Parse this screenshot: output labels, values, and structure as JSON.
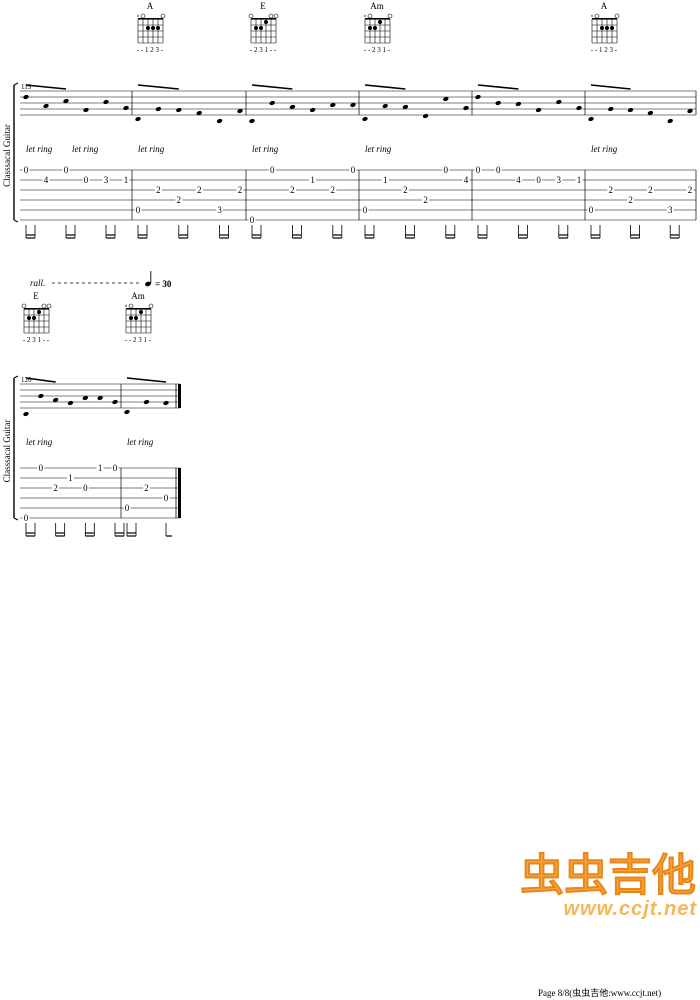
{
  "instrument": "Classsacal Guitar",
  "let_ring": "let ring",
  "rall": "rall.",
  "tempo": "= 30",
  "chords": [
    {
      "name": "A",
      "fingering": "- - 1 2 3 -"
    },
    {
      "name": "E",
      "fingering": "- 2 3 1 - -"
    },
    {
      "name": "Am",
      "fingering": "- - 2 3 1 -"
    },
    {
      "name": "A",
      "fingering": "- - 1 2 3 -"
    },
    {
      "name": "E",
      "fingering": "- 2 3 1 - -"
    },
    {
      "name": "Am",
      "fingering": "- - 2 3 1 -"
    }
  ],
  "systems": [
    {
      "measure_start": "119"
    },
    {
      "measure_start": "126"
    }
  ],
  "tab_measures": [
    {
      "notes": [
        [
          "1",
          "0"
        ],
        [
          "2",
          "4"
        ],
        [
          "1",
          "0"
        ],
        [
          "2",
          "0"
        ],
        [
          "2",
          "3"
        ],
        [
          "2",
          "1"
        ]
      ]
    },
    {
      "notes": [
        [
          "5",
          "0"
        ],
        [
          "3",
          "2"
        ],
        [
          "4",
          "2"
        ],
        [
          "3",
          "2"
        ],
        [
          "5",
          "3"
        ],
        [
          "3",
          "2"
        ]
      ]
    },
    {
      "notes": [
        [
          "6",
          "0"
        ],
        [
          "1",
          "0"
        ],
        [
          "3",
          "2"
        ],
        [
          "2",
          "1"
        ],
        [
          "3",
          "2"
        ],
        [
          "1",
          "0"
        ]
      ]
    },
    {
      "notes": [
        [
          "5",
          "0"
        ],
        [
          "2",
          "1"
        ],
        [
          "3",
          "2"
        ],
        [
          "4",
          "2"
        ],
        [
          "1",
          "0"
        ],
        [
          "2",
          "4"
        ]
      ]
    },
    {
      "notes": [
        [
          "1",
          "0"
        ],
        [
          "1",
          "0"
        ],
        [
          "2",
          "4"
        ],
        [
          "2",
          "0"
        ],
        [
          "2",
          "3"
        ],
        [
          "2",
          "1"
        ]
      ]
    },
    {
      "notes": [
        [
          "5",
          "0"
        ],
        [
          "3",
          "2"
        ],
        [
          "4",
          "2"
        ],
        [
          "3",
          "2"
        ],
        [
          "5",
          "3"
        ],
        [
          "3",
          "2"
        ]
      ]
    },
    {
      "notes": [
        [
          "6",
          "0"
        ],
        [
          "1",
          "0"
        ],
        [
          "3",
          "2"
        ],
        [
          "2",
          "1"
        ],
        [
          "3",
          "0"
        ],
        [
          "1",
          "1"
        ],
        [
          "1",
          "0"
        ]
      ]
    },
    {
      "notes": [
        [
          "5",
          "0"
        ],
        [
          "3",
          "2"
        ],
        [
          "4",
          "0"
        ]
      ]
    }
  ],
  "footer": "Page 8/8(虫虫吉他:www.ccjt.net)",
  "watermark": {
    "text": "虫虫吉他",
    "url": "www.ccjt.net",
    "color": "#f7a63a"
  }
}
